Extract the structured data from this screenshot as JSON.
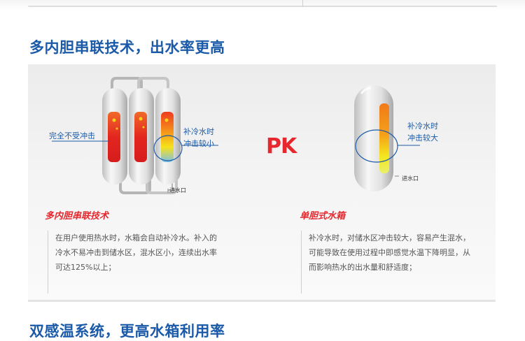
{
  "section1": {
    "title": "多内胆串联技术，出水率更高",
    "pk": "PK",
    "left": {
      "callout_left": "完全不受冲击",
      "callout_right": [
        "补冷水时",
        "冲击较小"
      ],
      "inlet": "进水口",
      "subtitle": "多内胆串联技术",
      "desc": [
        "在用户使用热水时，水箱会自动补冷水。补入的",
        "冷水不易冲击到储水区，混水区小，连续出水率",
        "可达125%以上；"
      ]
    },
    "right": {
      "callout": [
        "补冷水时",
        "冲击较大"
      ],
      "inlet": "进水口",
      "subtitle": "单胆式水箱",
      "desc": [
        "补冷水时，对储水区冲击较大，容易产生混水，",
        "可能导致在使用过程中即感觉水温下降明显，从",
        "而影响热水的出水量和舒适度；"
      ]
    }
  },
  "section2": {
    "title": "双感温系统，更高水箱利用率"
  },
  "colors": {
    "title_blue": "#1b5aa8",
    "accent_red": "#e6282e",
    "body_text": "#555555"
  }
}
